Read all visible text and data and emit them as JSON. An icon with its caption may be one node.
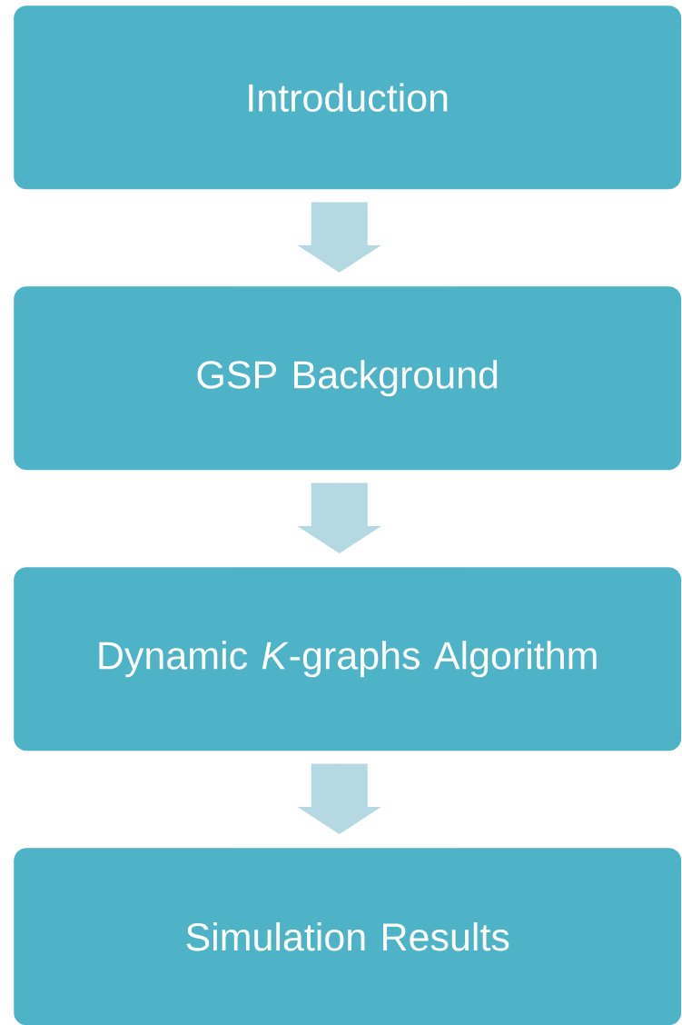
{
  "diagram": {
    "nodes": [
      {
        "text": [
          "Introduction"
        ]
      },
      {
        "text": [
          "GSP Background"
        ]
      },
      {
        "text": [
          "Dynamic *K*-graphs Algorithm"
        ]
      },
      {
        "text": [
          "Simulation Results"
        ]
      }
    ],
    "edges": [
      {
        "from": 0,
        "to": 1,
        "arrow": "to"
      },
      {
        "from": 1,
        "to": 2,
        "arrow": "to"
      },
      {
        "from": 2,
        "to": 3,
        "arrow": "to"
      }
    ]
  }
}
